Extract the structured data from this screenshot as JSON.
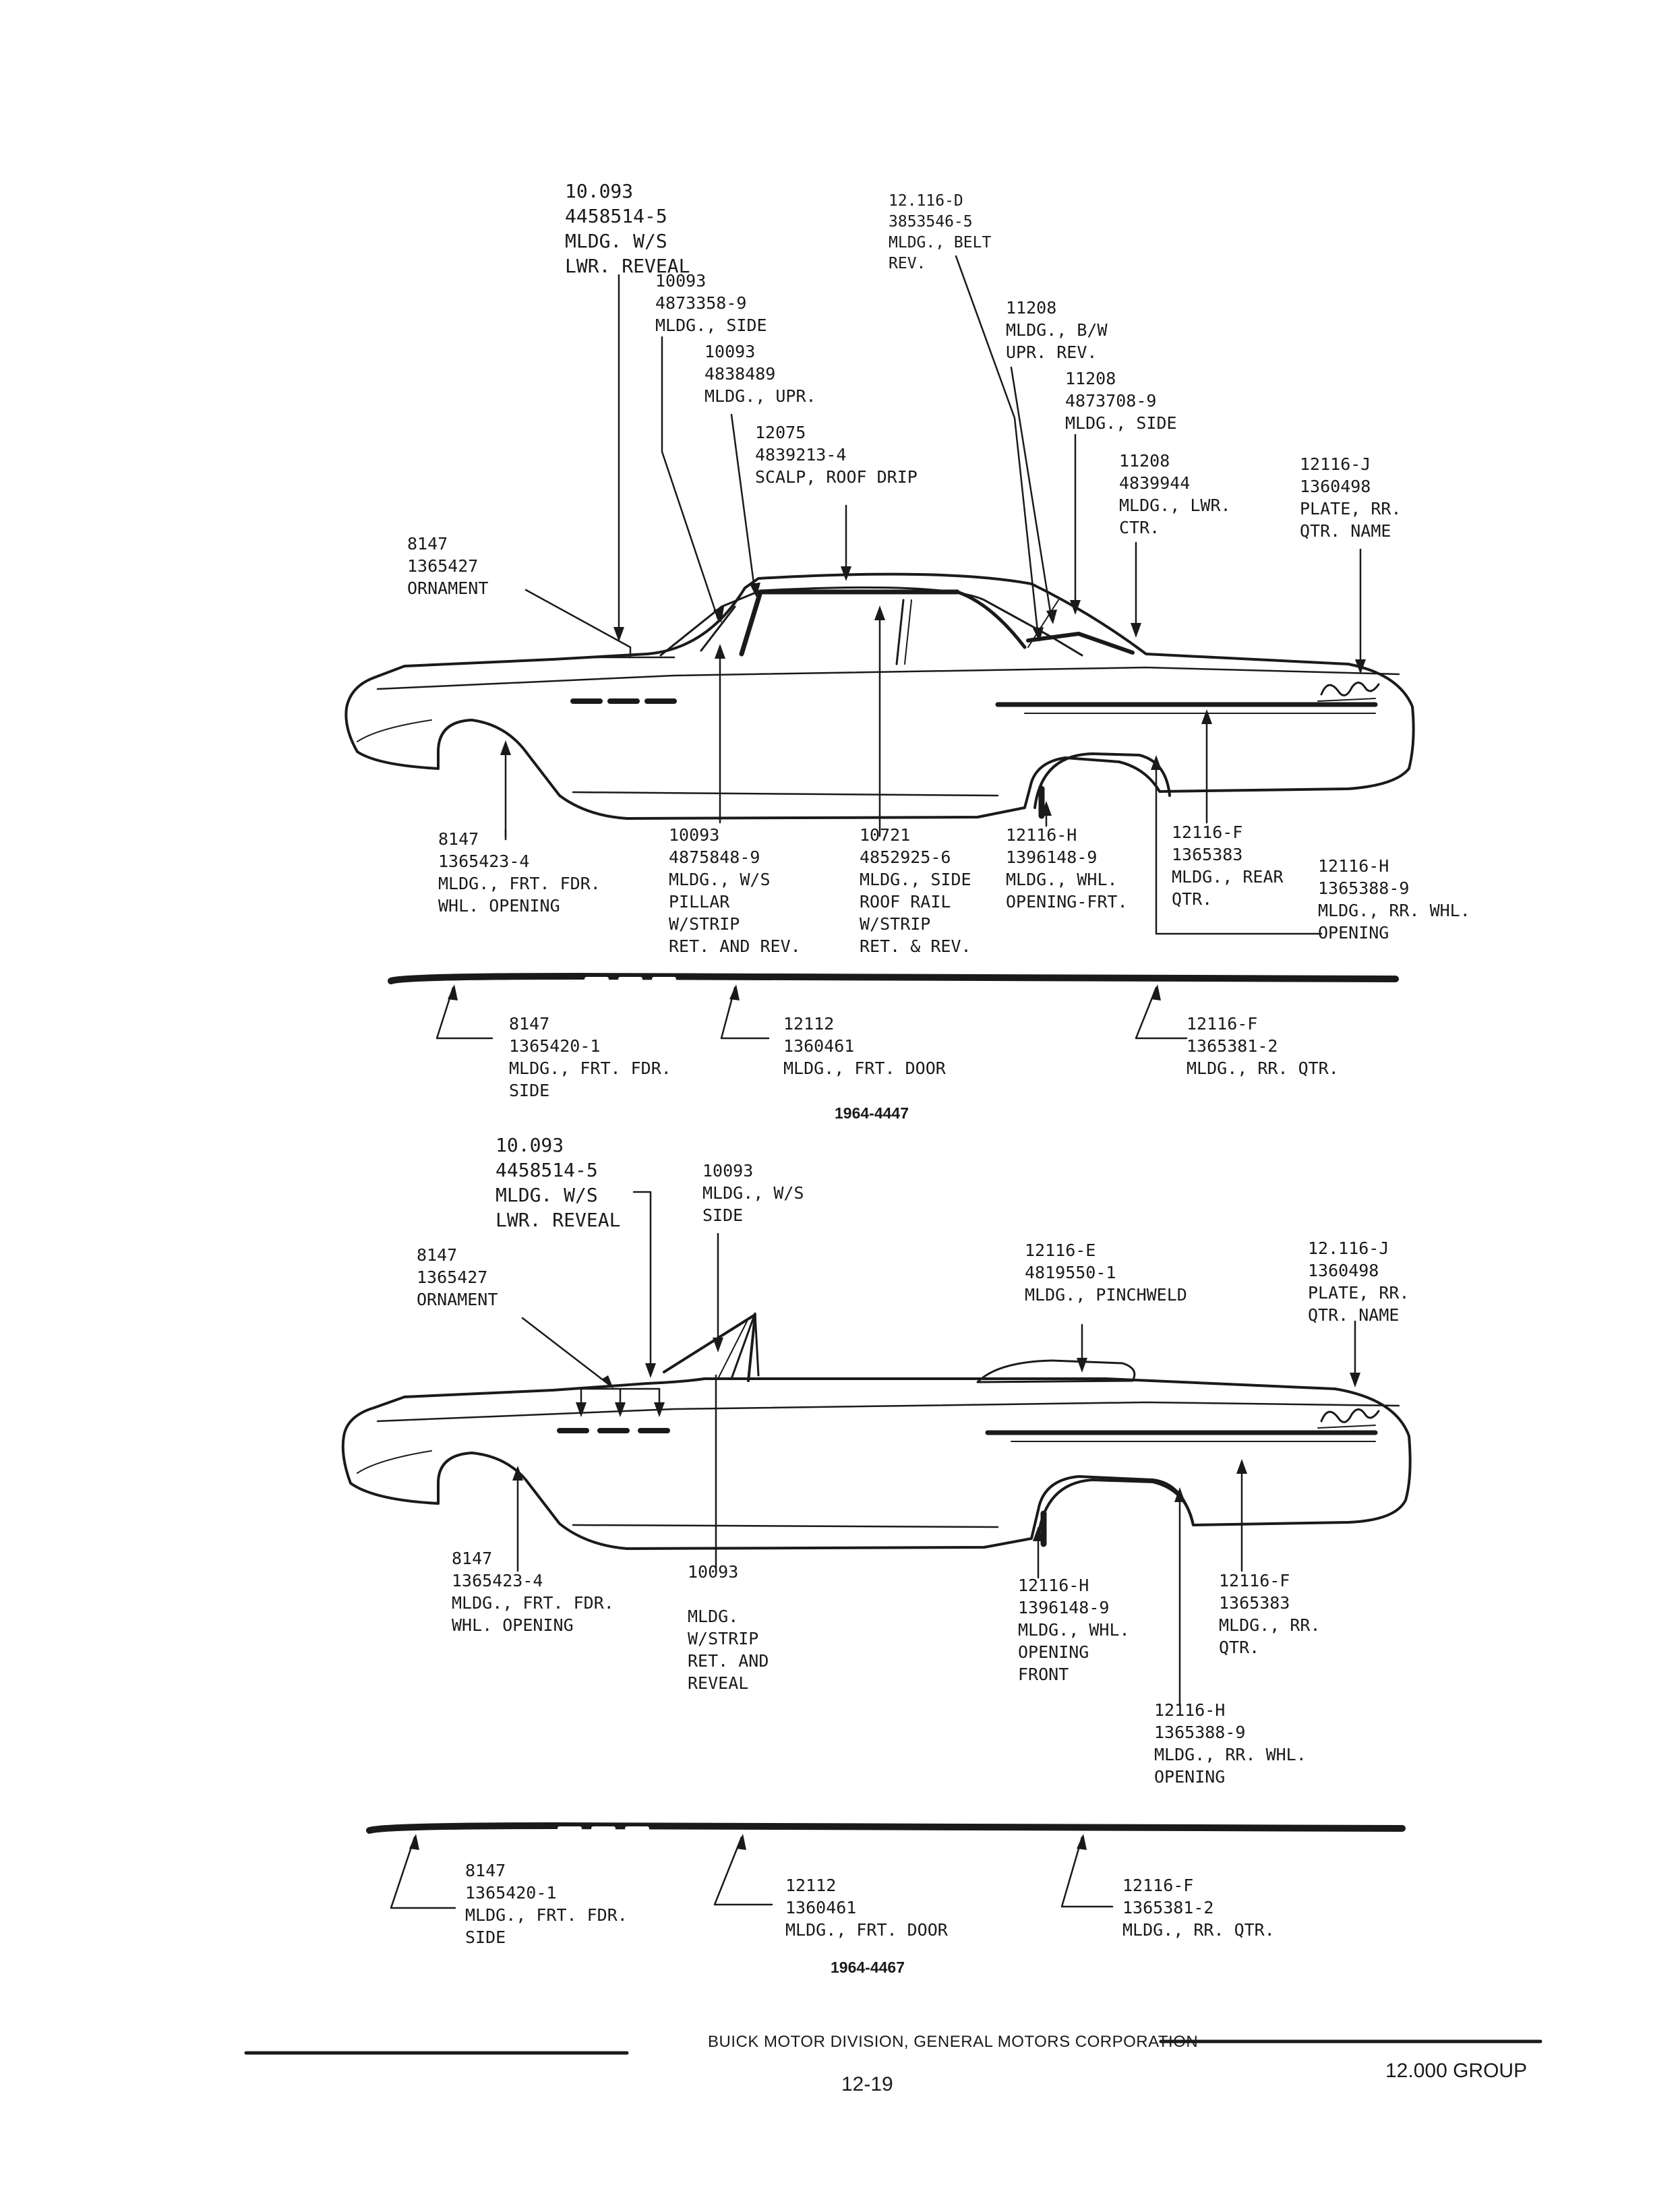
{
  "diagram_1": {
    "figure_number": "1964-4447",
    "callouts": {
      "ws_lower_reveal": "10.093\n4458514-5\nMLDG. W/S\nLWR. REVEAL",
      "side": "10093\n4873358-9\nMLDG., SIDE",
      "upper": "10093\n4838489\nMLDG., UPR.",
      "scalp": "12075\n4839213-4\nSCALP, ROOF DRIP",
      "belt_rev": "12.116-D\n3853546-5\nMLDG., BELT\nREV.",
      "bw_upper_rev": "11208\nMLDG., B/W\nUPR. REV.",
      "side_11208": "11208\n4873708-9\nMLDG., SIDE",
      "lower_ctr": "11208\n4839944\nMLDG., LWR.\nCTR.",
      "plate": "12116-J\n1360498\nPLATE, RR.\nQTR. NAME",
      "ornament": "8147\n1365427\nORNAMENT",
      "frt_fdr_whl": "8147\n1365423-4\nMLDG., FRT. FDR.\nWHL. OPENING",
      "ws_pillar": "10093\n4875848-9\nMLDG., W/S\nPILLAR\nW/STRIP\nRET. AND REV.",
      "side_roof_rail": "10721\n4852925-6\nMLDG., SIDE\nROOF RAIL\nW/STRIP\nRET. & REV.",
      "whl_opening_frt": "12116-H\n1396148-9\nMLDG., WHL.\nOPENING-FRT.",
      "rear_qtr": "12116-F\n1365383\nMLDG., REAR\nQTR.",
      "rr_whl_opening": "12116-H\n1365388-9\nMLDG., RR. WHL.\nOPENING"
    },
    "strip": {
      "frt_fdr_side": "8147\n1365420-1\nMLDG., FRT. FDR.\nSIDE",
      "frt_door": "12112\n1360461\nMLDG., FRT. DOOR",
      "rr_qtr": "12116-F\n1365381-2\nMLDG., RR. QTR."
    }
  },
  "diagram_2": {
    "figure_number": "1964-4467",
    "callouts": {
      "ws_lower_reveal": "10.093\n4458514-5\nMLDG. W/S\nLWR. REVEAL",
      "ws_side": "10093\nMLDG., W/S\nSIDE",
      "pinchweld": "12116-E\n4819550-1\nMLDG., PINCHWELD",
      "plate": "12.116-J\n1360498\nPLATE, RR.\nQTR. NAME",
      "ornament": "8147\n1365427\nORNAMENT",
      "frt_fdr_whl": "8147\n1365423-4\nMLDG., FRT. FDR.\nWHL. OPENING",
      "wstrip_reveal": "10093\n\nMLDG.\nW/STRIP\nRET. AND\nREVEAL",
      "whl_opening_front": "12116-H\n1396148-9\nMLDG., WHL.\nOPENING\nFRONT",
      "rr_qtr": "12116-F\n1365383\nMLDG., RR.\nQTR.",
      "rr_whl_opening": "12116-H\n1365388-9\nMLDG., RR. WHL.\nOPENING"
    },
    "strip": {
      "frt_fdr_side": "8147\n1365420-1\nMLDG., FRT. FDR.\nSIDE",
      "frt_door": "12112\n1360461\nMLDG., FRT. DOOR",
      "rr_qtr": "12116-F\n1365381-2\nMLDG., RR. QTR."
    }
  },
  "footer": {
    "division": "BUICK MOTOR DIVISION, GENERAL MOTORS CORPORATION",
    "page_number": "12-19",
    "group": "12.000 GROUP"
  },
  "colors": {
    "ink": "#1a1a1a",
    "paper": "#ffffff"
  },
  "icons": [
    "lesabre-script-emblem"
  ]
}
